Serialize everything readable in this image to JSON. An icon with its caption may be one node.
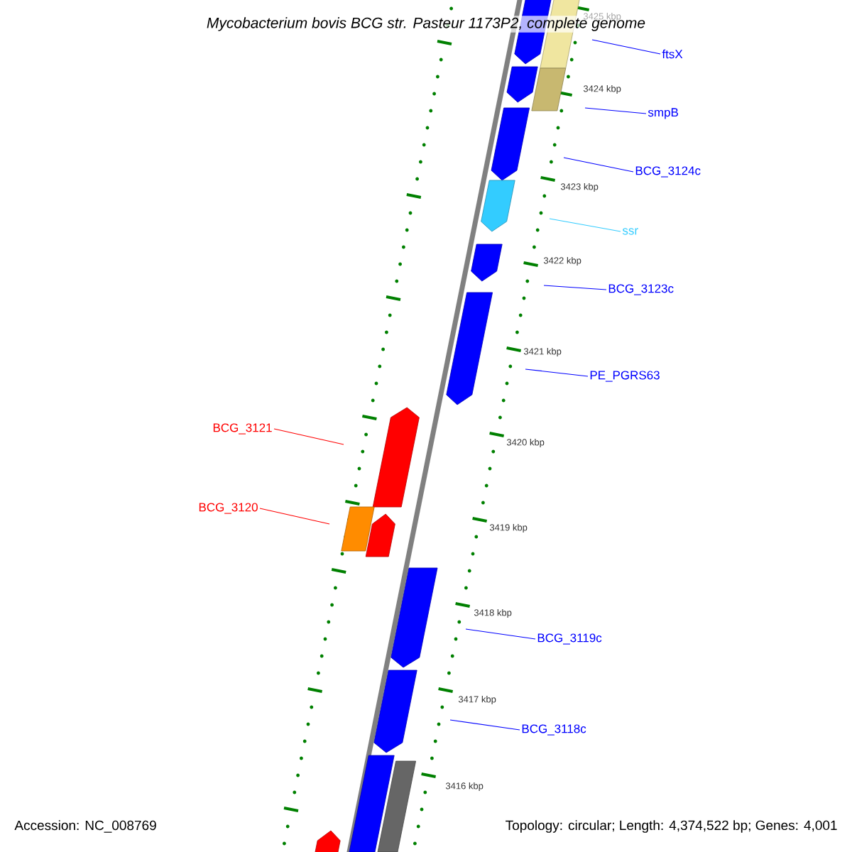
{
  "diagram": {
    "title": "Mycobacterium bovis BCG str. Pasteur 1173P2, complete genome",
    "nodes": [
      {
        "text": [
          "ftsX"
        ]
      },
      {
        "text": [
          "smpB"
        ]
      },
      {
        "text": [
          "BCG_3124c"
        ]
      },
      {
        "text": [
          "ssr"
        ]
      },
      {
        "text": [
          "BCG_3123c"
        ]
      },
      {
        "text": [
          "PE_PGRS63"
        ]
      },
      {
        "text": [
          "BCG_3121"
        ]
      },
      {
        "text": [
          "BCG_3120"
        ]
      },
      {
        "text": [
          "BCG_3119c"
        ]
      },
      {
        "text": [
          "BCG_3118c"
        ]
      }
    ],
    "edges": [
      {
        "from": 0,
        "to": null,
        "arrow": "none"
      },
      {
        "from": 1,
        "to": null,
        "arrow": "none"
      },
      {
        "from": 2,
        "to": null,
        "arrow": "none"
      },
      {
        "from": 3,
        "to": null,
        "arrow": "none",
        "color": "#33ccff"
      },
      {
        "from": 4,
        "to": null,
        "arrow": "none"
      },
      {
        "from": 5,
        "to": null,
        "arrow": "none"
      },
      {
        "from": 6,
        "to": null,
        "arrow": "none",
        "color": "#ff0000"
      },
      {
        "from": 7,
        "to": null,
        "arrow": "none",
        "color": "#ff0000"
      },
      {
        "from": 8,
        "to": null,
        "arrow": "none"
      },
      {
        "from": 9,
        "to": null,
        "arrow": "none"
      }
    ],
    "labels": [
      "3425 kbp",
      "3424 kbp",
      "3423 kbp",
      "3422 kbp",
      "3421 kbp",
      "3420 kbp",
      "3419 kbp",
      "3418 kbp",
      "3417 kbp",
      "3416 kbp",
      "Accession: NC_008769",
      "Topology: circular; Length: 4,374,522 bp; Genes: 4,001"
    ]
  }
}
